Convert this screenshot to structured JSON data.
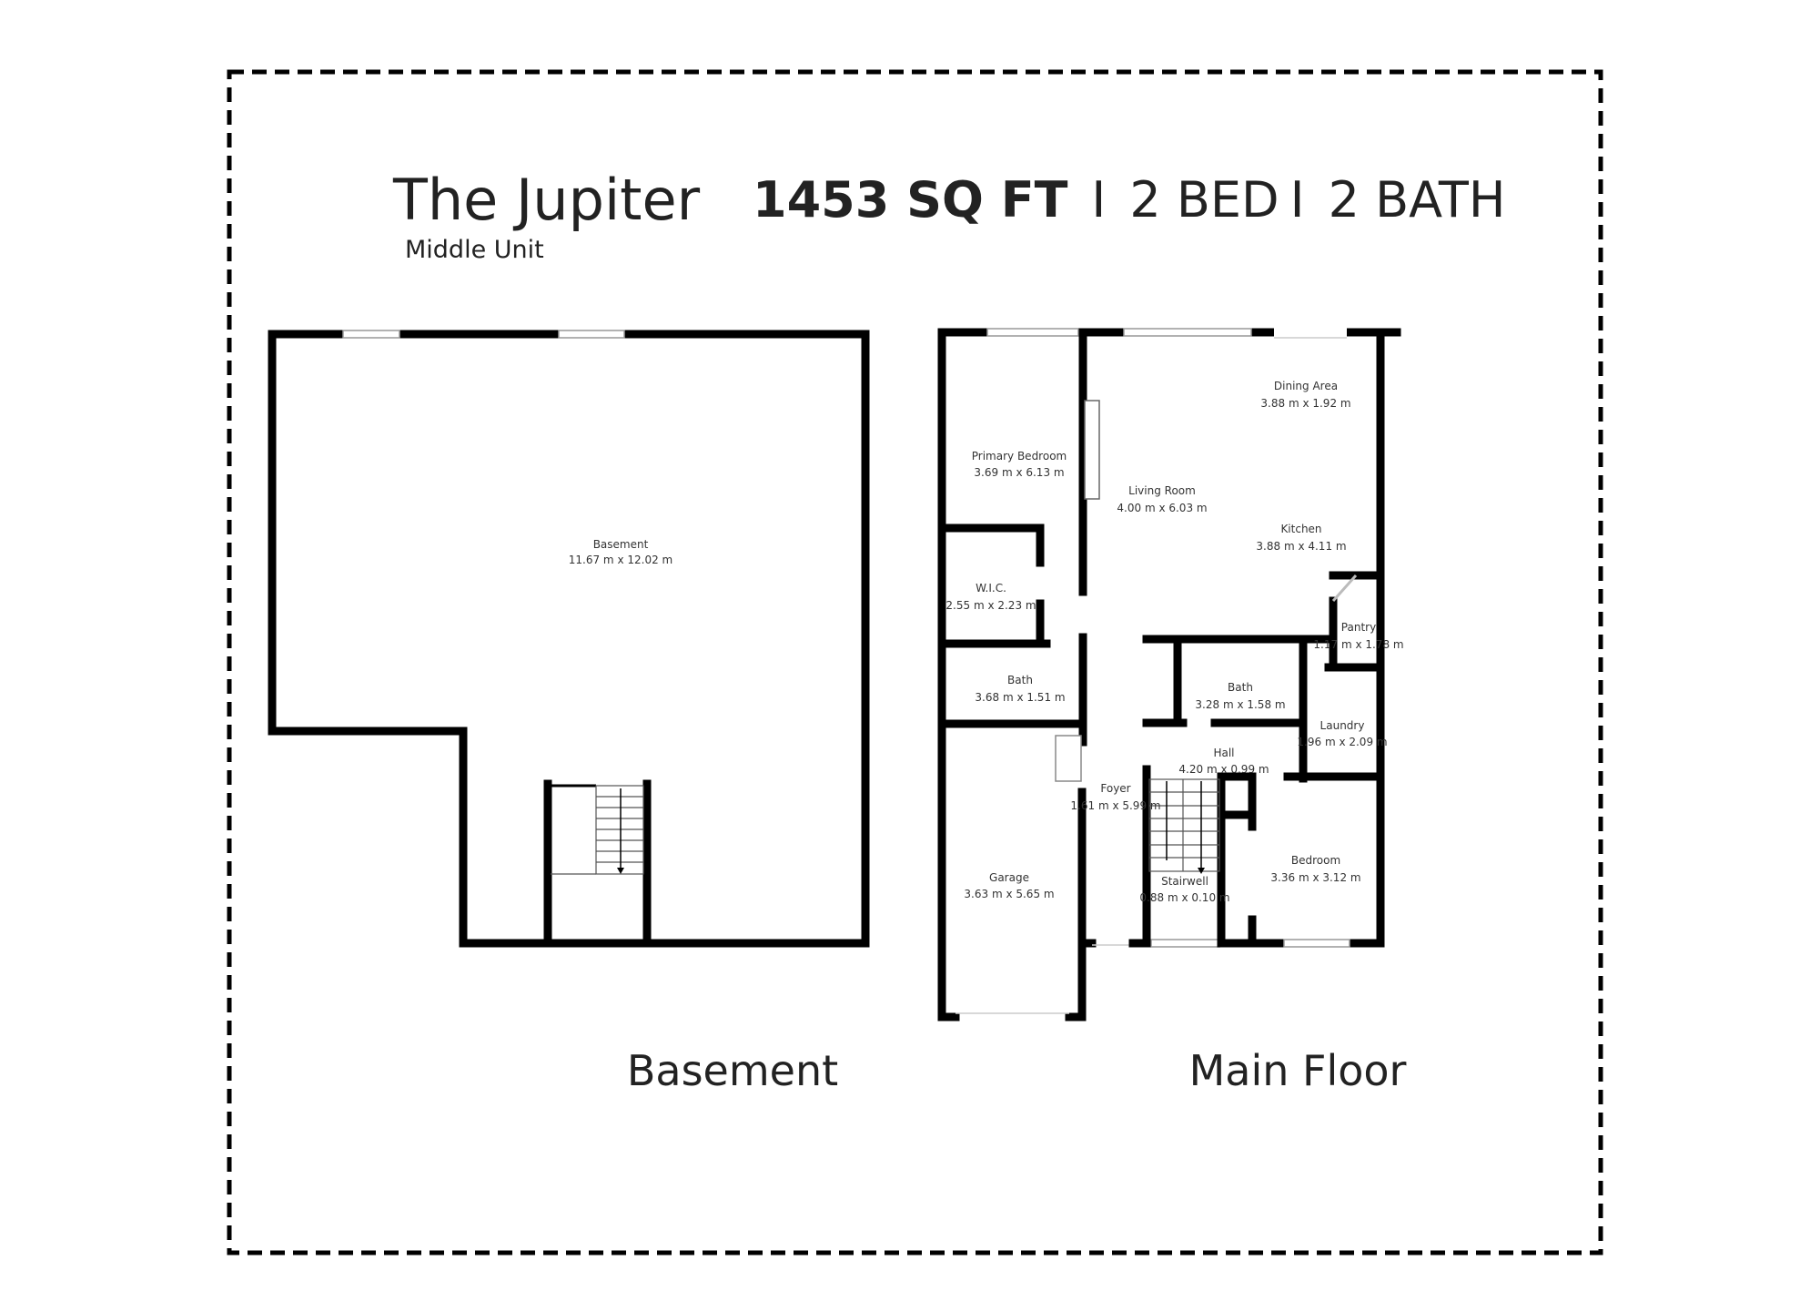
{
  "header": {
    "title": "The Jupiter",
    "subtitle": "Middle Unit",
    "area": "1453 SQ FT",
    "separator1": "I",
    "beds": "2 BED",
    "separator2": "I",
    "baths": "2 BATH"
  },
  "basement": {
    "caption": "Basement",
    "rooms": [
      {
        "name": "Basement",
        "dims": "11.67 m x 12.02 m"
      }
    ]
  },
  "main_floor": {
    "caption": "Main Floor",
    "rooms": [
      {
        "name": "Primary Bedroom",
        "dims": "3.69 m x 6.13 m"
      },
      {
        "name": "Living Room",
        "dims": "4.00 m x 6.03 m"
      },
      {
        "name": "Dining Area",
        "dims": "3.88 m x 1.92 m"
      },
      {
        "name": "Kitchen",
        "dims": "3.88 m x 4.11 m"
      },
      {
        "name": "W.I.C.",
        "dims": "2.55 m x 2.23 m"
      },
      {
        "name": "Pantry",
        "dims": "1.17 m x 1.78 m"
      },
      {
        "name": "Bath",
        "dims": "3.68 m x 1.51 m"
      },
      {
        "name": "Bath",
        "dims": "3.28 m x 1.58 m"
      },
      {
        "name": "Laundry",
        "dims": "1.96 m x 2.09 m"
      },
      {
        "name": "Hall",
        "dims": "4.20 m x 0.99 m"
      },
      {
        "name": "Foyer",
        "dims": "1.61 m x 5.99 m"
      },
      {
        "name": "Stairwell",
        "dims": "0.88 m x 0.10 m"
      },
      {
        "name": "Bedroom",
        "dims": "3.36 m x 3.12 m"
      },
      {
        "name": "Garage",
        "dims": "3.63 m x 5.65 m"
      }
    ]
  }
}
